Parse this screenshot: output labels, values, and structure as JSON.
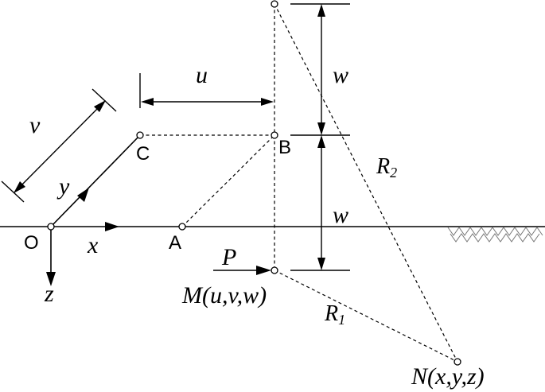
{
  "points": {
    "origin": "O",
    "A": "A",
    "B": "B",
    "C": "C",
    "M": "M(u,v,w)",
    "N": "N(x,y,z)"
  },
  "axes": {
    "x": "x",
    "y": "y",
    "z": "z"
  },
  "force": "P",
  "dimensions": {
    "u": "u",
    "v": "v",
    "w_upper": "w",
    "w_lower": "w"
  },
  "distances": {
    "R1_base": "R",
    "R1_sub": "1",
    "R2_base": "R",
    "R2_sub": "2"
  }
}
